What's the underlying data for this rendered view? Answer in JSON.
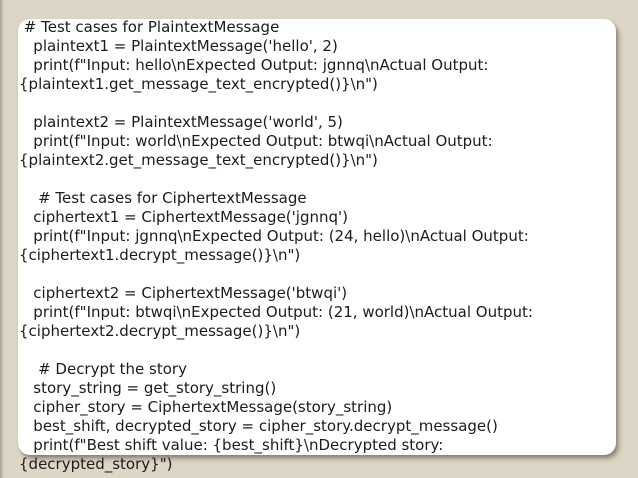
{
  "slide": {
    "background_color": "#ddd6c7",
    "card_color": "#ffffff",
    "text_color": "#1c1c1c",
    "description": "presentation-slide-with-python-code"
  },
  "code": {
    "language": "python",
    "lines": [
      " # Test cases for PlaintextMessage",
      "   plaintext1 = PlaintextMessage('hello', 2)",
      "   print(f\"Input: hello\\nExpected Output: jgnnq\\nActual Output:",
      "{plaintext1.get_message_text_encrypted()}\\n\")",
      "",
      "   plaintext2 = PlaintextMessage('world', 5)",
      "   print(f\"Input: world\\nExpected Output: btwqi\\nActual Output:",
      "{plaintext2.get_message_text_encrypted()}\\n\")",
      "",
      "    # Test cases for CiphertextMessage",
      "   ciphertext1 = CiphertextMessage('jgnnq')",
      "   print(f\"Input: jgnnq\\nExpected Output: (24, hello)\\nActual Output:",
      "{ciphertext1.decrypt_message()}\\n\")",
      "",
      "   ciphertext2 = CiphertextMessage('btwqi')",
      "   print(f\"Input: btwqi\\nExpected Output: (21, world)\\nActual Output:",
      "{ciphertext2.decrypt_message()}\\n\")",
      "",
      "    # Decrypt the story",
      "   story_string = get_story_string()",
      "   cipher_story = CiphertextMessage(story_string)",
      "   best_shift, decrypted_story = cipher_story.decrypt_message()",
      "   print(f\"Best shift value: {best_shift}\\nDecrypted story:",
      "{decrypted_story}\")"
    ]
  }
}
